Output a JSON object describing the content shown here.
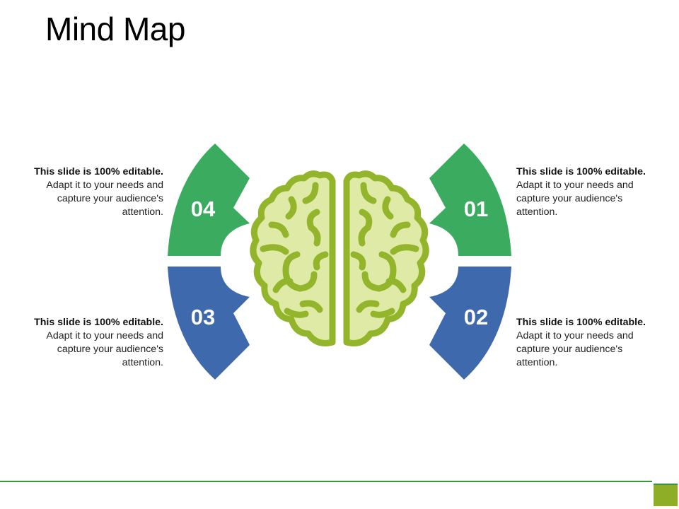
{
  "title": "Mind Map",
  "colors": {
    "green": "#3bab60",
    "blue": "#3f69ad",
    "brain_stroke": "#93b52b",
    "brain_fill": "#dfeaa6",
    "footer_line": "#3e8e45",
    "footer_square": "#8fae27"
  },
  "segments": [
    {
      "number": "01",
      "bold": "This slide is 100% editable.",
      "text": " Adapt it to your needs and capture your audience's attention."
    },
    {
      "number": "02",
      "bold": "This slide is 100% editable.",
      "text": " Adapt it to your needs and capture your audience's attention."
    },
    {
      "number": "03",
      "bold": "This slide is 100% editable.",
      "text": " Adapt it to your needs and capture your audience's attention."
    },
    {
      "number": "04",
      "bold": "This slide is 100% editable.",
      "text": " Adapt it to your needs and capture your audience's attention."
    }
  ]
}
